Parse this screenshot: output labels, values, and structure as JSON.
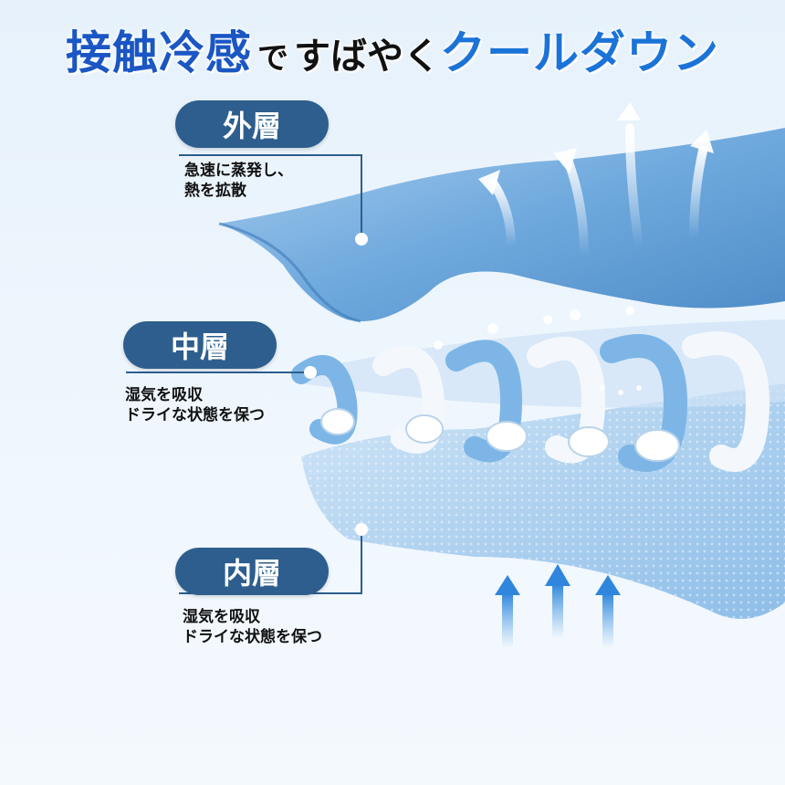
{
  "headline": {
    "part1": "接触冷感",
    "part2": "で",
    "part3": "すばやく",
    "part4": "クールダウン"
  },
  "layers": [
    {
      "label": "外層",
      "lines": [
        "急速に蒸発し、",
        "熱を拡散"
      ]
    },
    {
      "label": "中層",
      "lines": [
        "湿気を吸収",
        "ドライな状態を保つ"
      ]
    },
    {
      "label": "内層",
      "lines": [
        "湿気を吸収",
        "ドライな状態を保つ"
      ]
    }
  ],
  "colors": {
    "headline_blue": "#1a56c4",
    "headline_light_blue": "#1b73d8",
    "label_pill": "#2d5e8e",
    "fabric_blue": "#5a9ed6"
  }
}
